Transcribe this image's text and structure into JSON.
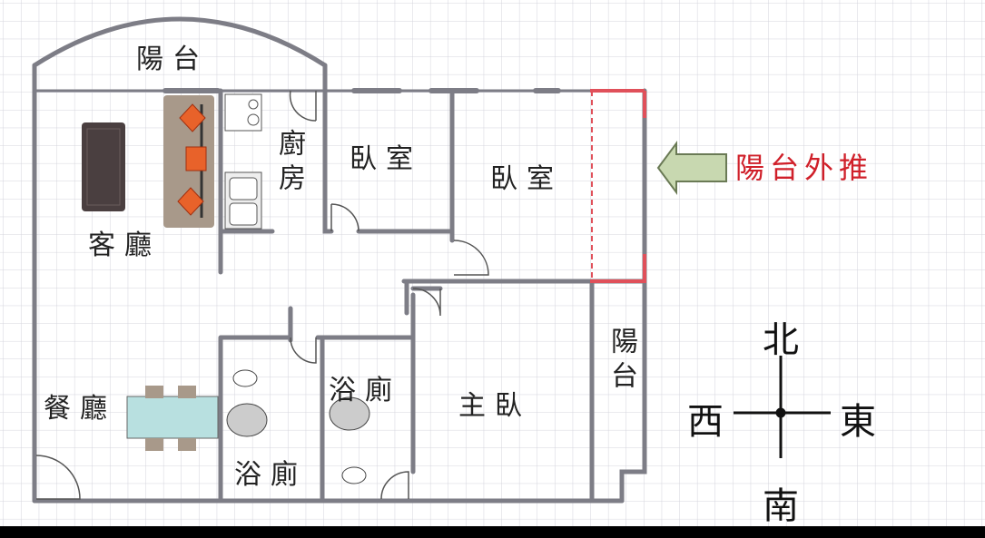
{
  "rooms": {
    "balcony_top": "陽台",
    "kitchen": "廚房",
    "bedroom1": "臥室",
    "bedroom2": "臥室",
    "living_room": "客廳",
    "dining_room": "餐廳",
    "bathroom1": "浴廁",
    "bathroom2": "浴廁",
    "master_bedroom": "主臥",
    "balcony_right": "陽台"
  },
  "annotation": {
    "text": "陽台外推",
    "color": "#d0202a"
  },
  "compass": {
    "north": "北",
    "south": "南",
    "east": "東",
    "west": "西"
  },
  "colors": {
    "wall": "#7d7d86",
    "grid": "#d4d4dc",
    "extension": "#e0505a",
    "arrow": "#c8d8b0"
  }
}
